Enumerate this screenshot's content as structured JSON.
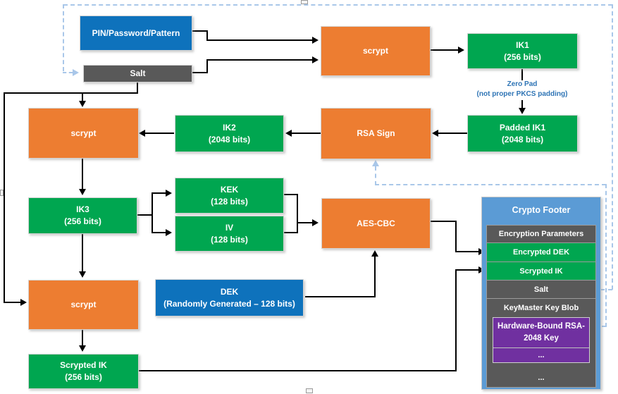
{
  "colors": {
    "box_blue": "#0E72BC",
    "box_orange": "#ED7D31",
    "box_green": "#00A650",
    "box_gray": "#595959",
    "box_purple": "#7030A0",
    "footer_blue": "#5B9BD5",
    "dashed_blue": "#A9C7E9",
    "note_blue": "#2E74B5",
    "line_black": "#000000"
  },
  "nodes": {
    "pin": {
      "label": "PIN/Password/Pattern"
    },
    "salt": {
      "label": "Salt"
    },
    "scrypt1": {
      "label": "scrypt"
    },
    "ik1": {
      "line1": "IK1",
      "line2": "(256 bits)"
    },
    "padded_ik1": {
      "line1": "Padded IK1",
      "line2": "(2048 bits)"
    },
    "rsa_sign": {
      "label": "RSA Sign"
    },
    "ik2": {
      "line1": "IK2",
      "line2": "(2048 bits)"
    },
    "scrypt2": {
      "label": "scrypt"
    },
    "ik3": {
      "line1": "IK3",
      "line2": "(256 bits)"
    },
    "kek": {
      "line1": "KEK",
      "line2": "(128 bits)"
    },
    "iv": {
      "line1": "IV",
      "line2": "(128 bits)"
    },
    "aes_cbc": {
      "label": "AES-CBC"
    },
    "dek": {
      "line1": "DEK",
      "line2": "(Randomly Generated – 128 bits)"
    },
    "scrypt3": {
      "label": "scrypt"
    },
    "scrypted_ik": {
      "line1": "Scrypted IK",
      "line2": "(256 bits)"
    }
  },
  "annotations": {
    "zero_pad": {
      "line1": "Zero Pad",
      "line2": "(not proper PKCS padding)"
    }
  },
  "crypto_footer": {
    "title": "Crypto Footer",
    "rows": [
      {
        "label": "Encryption Parameters"
      },
      {
        "label": "Encrypted DEK"
      },
      {
        "label": "Scrypted IK"
      },
      {
        "label": "Salt"
      }
    ],
    "keymaster": {
      "label": "KeyMaster Key Blob",
      "key": "Hardware-Bound RSA-2048 Key",
      "ellipsis": "..."
    },
    "ellipsis": "..."
  }
}
